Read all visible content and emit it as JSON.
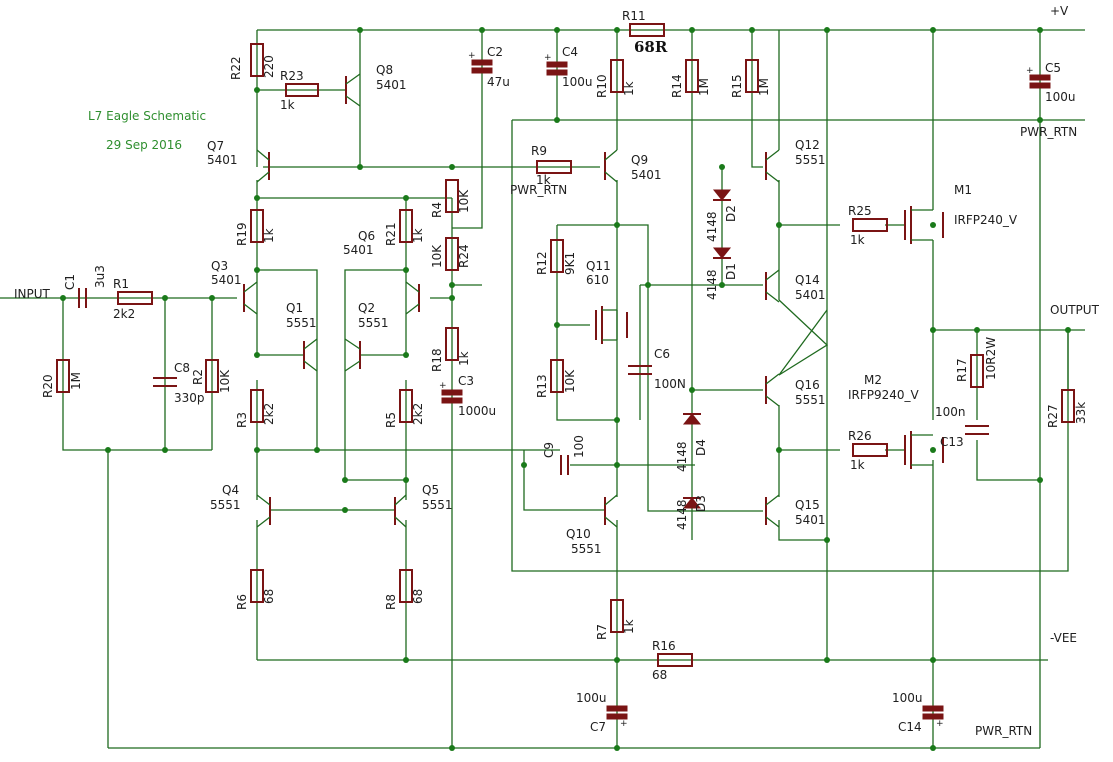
{
  "header": {
    "title": "L7 Eagle Schematic",
    "date": "29 Sep 2016"
  },
  "nets": {
    "vplus": "+V",
    "vee": "-VEE",
    "input": "INPUT",
    "output": "OUTPUT",
    "pwr_rtn": "PWR_RTN"
  },
  "special_value": "68R",
  "labels": {
    "R22": "R22",
    "R22v": "220",
    "R23": "R23",
    "R23v": "1k",
    "Q8": "Q8",
    "Q8v": "5401",
    "C2": "C2",
    "C2v": "47u",
    "C4": "C4",
    "C4v": "100u",
    "R11": "R11",
    "R10": "R10",
    "R10v": "1k",
    "R14": "R14",
    "R14v": "1M",
    "R15": "R15",
    "R15v": "1M",
    "C5": "C5",
    "C5v": "100u",
    "Q7": "Q7",
    "Q7v": "5401",
    "R9": "R9",
    "R9v": "1k",
    "Q9": "Q9",
    "Q9v": "5401",
    "Q12": "Q12",
    "Q12v": "5551",
    "M1": "M1",
    "M1v": "IRFP240_V",
    "R4": "R4",
    "R4v": "10K",
    "R19": "R19",
    "R19v": "1k",
    "R21": "R21",
    "R21v": "1k",
    "Q6": "Q6",
    "Q6v": "5401",
    "R24": "R24",
    "R24v": "10K",
    "D2": "D2",
    "D2v": "4148",
    "D1": "D1",
    "D1v": "4148",
    "R25": "R25",
    "R25v": "1k",
    "R12": "R12",
    "R12v": "9K1",
    "Q11": "Q11",
    "Q11v": "610",
    "Q14": "Q14",
    "Q14v": "5401",
    "Q3": "Q3",
    "Q3v": "5401",
    "C1": "C1",
    "C1v": "3u3",
    "R1": "R1",
    "R1v": "2k2",
    "Q1": "Q1",
    "Q1v": "5551",
    "Q2": "Q2",
    "Q2v": "5551",
    "R18": "R18",
    "R18v": "1k",
    "C3": "C3",
    "C3v": "1000u",
    "R2": "R2",
    "R2v": "10K",
    "C8": "C8",
    "C8v": "330p",
    "R20": "R20",
    "R20v": "1M",
    "R13": "R13",
    "R13v": "10K",
    "C6": "C6",
    "C6v": "100N",
    "Q16": "Q16",
    "Q16v": "5551",
    "M2": "M2",
    "M2v": "IRFP9240_V",
    "R17": "R17",
    "R17v": "10R2W",
    "C13": "C13",
    "C13v": "100n",
    "R27": "R27",
    "R27v": "33k",
    "R3": "R3",
    "R3v": "2k2",
    "R5": "R5",
    "R5v": "2k2",
    "C9": "C9",
    "C9v": "100",
    "D4": "D4",
    "D4v": "4148",
    "D3": "D3",
    "D3v": "4148",
    "R26": "R26",
    "R26v": "1k",
    "Q4": "Q4",
    "Q4v": "5551",
    "Q5": "Q5",
    "Q5v": "5551",
    "Q10": "Q10",
    "Q10v": "5551",
    "Q15": "Q15",
    "Q15v": "5401",
    "R6": "R6",
    "R6v": "68",
    "R8": "R8",
    "R8v": "68",
    "R7": "R7",
    "R7v": "1k",
    "R16": "R16",
    "R16v": "68",
    "C7": "C7",
    "C7v": "100u",
    "C14": "C14",
    "C14v": "100u"
  }
}
